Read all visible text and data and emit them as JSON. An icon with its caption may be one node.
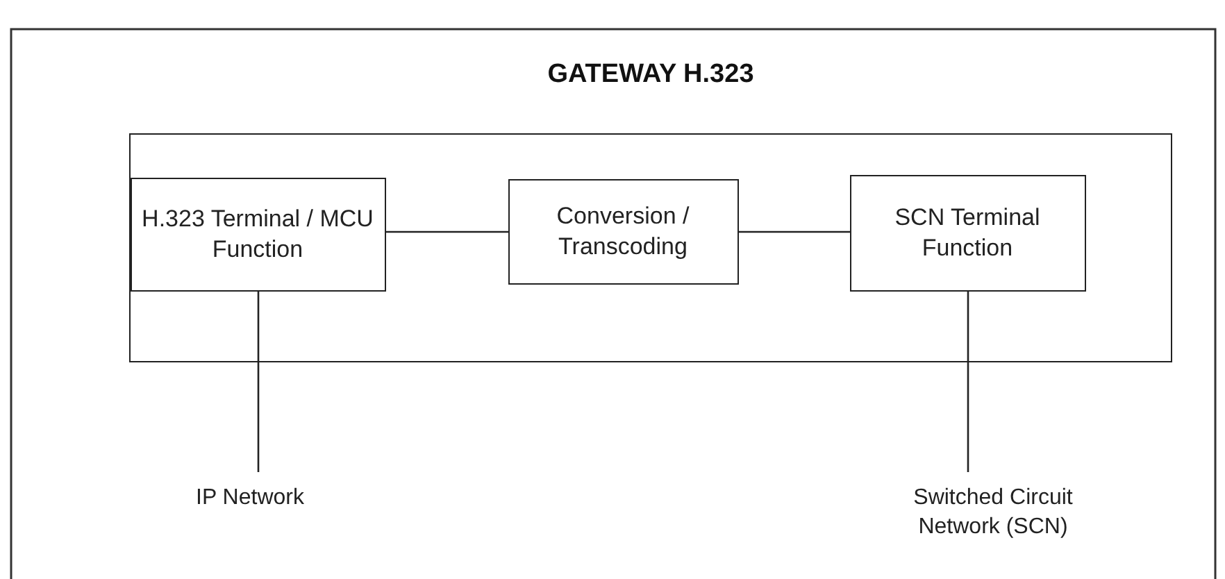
{
  "diagram": {
    "nodes": [
      {
        "text": [
          "GATEWAY H.323"
        ]
      },
      {
        "text": [
          "H.323 Terminal / MCU Function"
        ],
        "in": 0
      },
      {
        "text": [
          "Conversion / Transcoding"
        ],
        "in": 0
      },
      {
        "text": [
          "SCN Terminal Function"
        ],
        "in": 0
      },
      {
        "text": [
          "IP Network"
        ]
      },
      {
        "text": [
          "Switched Circuit Network (SCN)"
        ]
      }
    ],
    "edges": [
      {
        "from": 1,
        "to": 2,
        "arrow": "none"
      },
      {
        "from": 2,
        "to": 3,
        "arrow": "none"
      },
      {
        "from": 1,
        "to": 4,
        "arrow": "none"
      },
      {
        "from": 3,
        "to": 5,
        "arrow": "none"
      }
    ]
  }
}
